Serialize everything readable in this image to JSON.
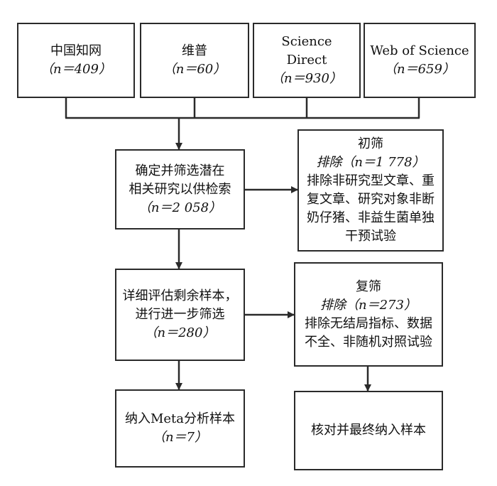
{
  "sources": [
    {
      "name": "中国知网",
      "count": "（n＝409）"
    },
    {
      "name": "维普",
      "count": "（n＝60）"
    },
    {
      "name_line1": "Science",
      "name_line2": "Direct",
      "count": "（n＝930）"
    },
    {
      "name": "Web of Science",
      "count": "（n＝659）"
    }
  ],
  "step1": {
    "lines": [
      "确定并筛选潜在",
      "相关研究以供检索",
      "（n＝2 058）"
    ]
  },
  "screen1": {
    "lines": [
      "初筛",
      "排除（n＝1 778）",
      "排除非研究型文章、重",
      "复文章、研究对象非断",
      "奶仔猪、非益生菌单独",
      "干预试验"
    ]
  },
  "step2": {
    "lines": [
      "详细评估剩余样本，",
      "进行进一步筛选",
      "（n＝280）"
    ]
  },
  "screen2": {
    "lines": [
      "复筛",
      "排除（n＝273）",
      "排除无结局指标、数据",
      "不全、非随机对照试验"
    ]
  },
  "step3": {
    "lines": [
      "纳入Meta分析样本",
      "（n＝7）"
    ]
  },
  "final": {
    "label": "核对并最终纳入样本"
  }
}
